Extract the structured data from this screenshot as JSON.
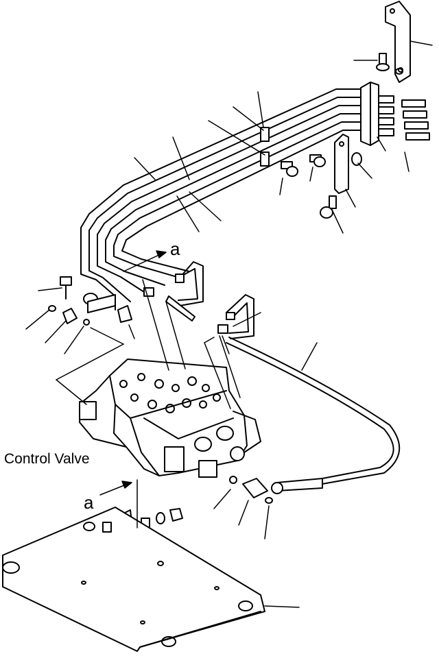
{
  "diagram": {
    "labels": {
      "control_valve": "Control Valve",
      "view_a_top": "a",
      "view_a_bottom": "a"
    },
    "colors": {
      "ink": "#000000",
      "paper": "#ffffff"
    }
  }
}
